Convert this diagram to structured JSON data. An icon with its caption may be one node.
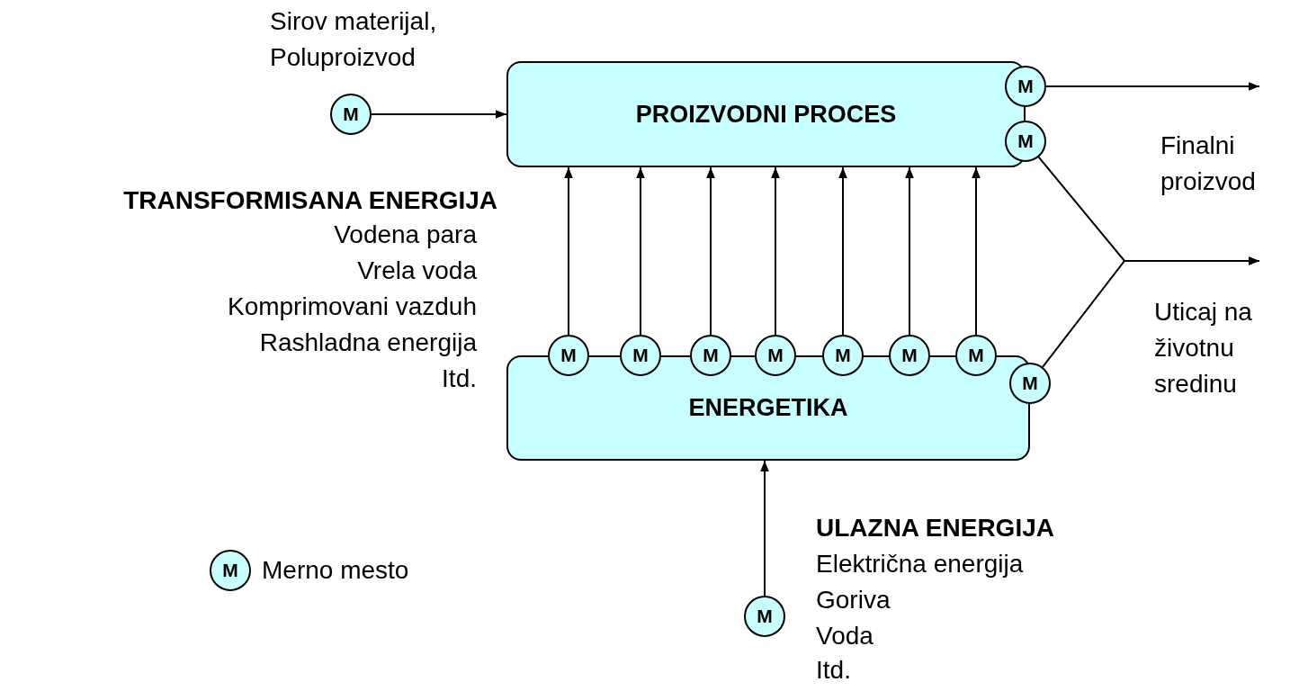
{
  "diagram": {
    "nodes": [
      {
        "text": [
          "PROIZVODNI PROCES"
        ]
      },
      {
        "text": [
          "ENERGETIKA"
        ]
      },
      {
        "text": [
          "M"
        ]
      },
      {
        "text": [
          "M"
        ]
      },
      {
        "text": [
          "M"
        ]
      },
      {
        "text": [
          "M"
        ]
      },
      {
        "text": [
          "M"
        ]
      },
      {
        "text": [
          "M"
        ]
      },
      {
        "text": [
          "M"
        ]
      },
      {
        "text": [
          "M"
        ]
      },
      {
        "text": [
          "M"
        ]
      },
      {
        "text": [
          "M"
        ]
      },
      {
        "text": [
          "M"
        ]
      },
      {
        "text": [
          "M"
        ]
      }
    ],
    "edges": [
      {
        "from": 2,
        "to": 0,
        "arrow": "to"
      },
      {
        "from": 3,
        "to": null,
        "arrow": "to"
      },
      {
        "from": 4,
        "to": null,
        "arrow": "to"
      },
      {
        "from": 12,
        "to": null,
        "arrow": "to"
      },
      {
        "from": 5,
        "to": 0,
        "arrow": "to"
      },
      {
        "from": 6,
        "to": 0,
        "arrow": "to"
      },
      {
        "from": 7,
        "to": 0,
        "arrow": "to"
      },
      {
        "from": 8,
        "to": 0,
        "arrow": "to"
      },
      {
        "from": 9,
        "to": 0,
        "arrow": "to"
      },
      {
        "from": 10,
        "to": 0,
        "arrow": "to"
      },
      {
        "from": 11,
        "to": 0,
        "arrow": "to"
      },
      {
        "from": 13,
        "to": 1,
        "arrow": "to"
      }
    ],
    "labels": [
      "Sirov materijal, Poluproizvod",
      "Finalni proizvod",
      "TRANSFORMISANA ENERGIJA",
      "Vodena para",
      "Vrela voda",
      "Komprimovani vazduh",
      "Rashladna energija",
      "Itd.",
      "Uticaj na životnu sredinu",
      "ULAZNA ENERGIJA",
      "Električna energija",
      "Goriva",
      "Voda",
      "Itd.",
      "M"
    ],
    "legend": [
      {
        "text": "Merno mesto"
      }
    ]
  }
}
